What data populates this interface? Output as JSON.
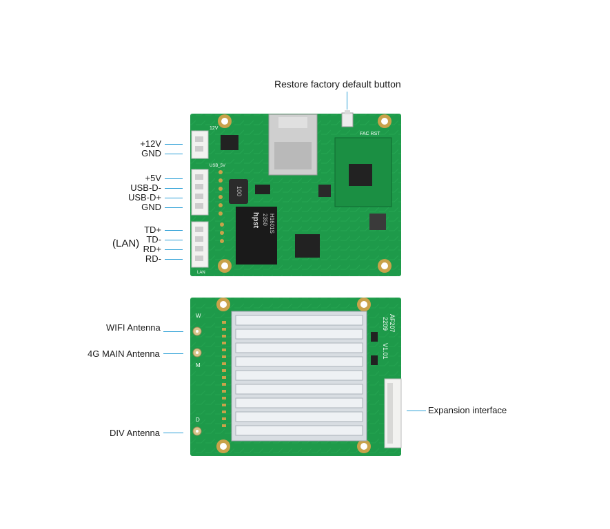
{
  "top_board": {
    "callout_top": "Restore factory default button",
    "power_pins": [
      "+12V",
      "GND"
    ],
    "usb_pins": [
      "+5V",
      "USB-D-",
      "USB-D+",
      "GND"
    ],
    "lan_pins": [
      "TD+",
      "TD-",
      "RD+",
      "RD-"
    ],
    "lan_group_label": "(LAN)",
    "silk": {
      "v12": "12V",
      "usb5v": "USB_5V",
      "fac_rst": "FAC RST",
      "lan": "LAN",
      "inductor": "100",
      "transformer_brand": "hpst",
      "transformer_num": "2350",
      "transformer_model": "H1601S"
    }
  },
  "bottom_board": {
    "callouts_left": [
      "WIFI Antenna",
      "4G MAIN Antenna",
      "DIV Antenna"
    ],
    "callout_right": "Expansion interface",
    "silk": {
      "model": "AF207",
      "date": "2209",
      "version": "V1.01",
      "w": "W",
      "m": "M",
      "d": "D"
    }
  },
  "colors": {
    "pcb": "#1e9a4a",
    "pcb_dark": "#147a38",
    "callout_line": "#2a9fd6",
    "heatsink": "#d8dde2",
    "connector": "#f2f2f0",
    "gold": "#c9a24a"
  }
}
